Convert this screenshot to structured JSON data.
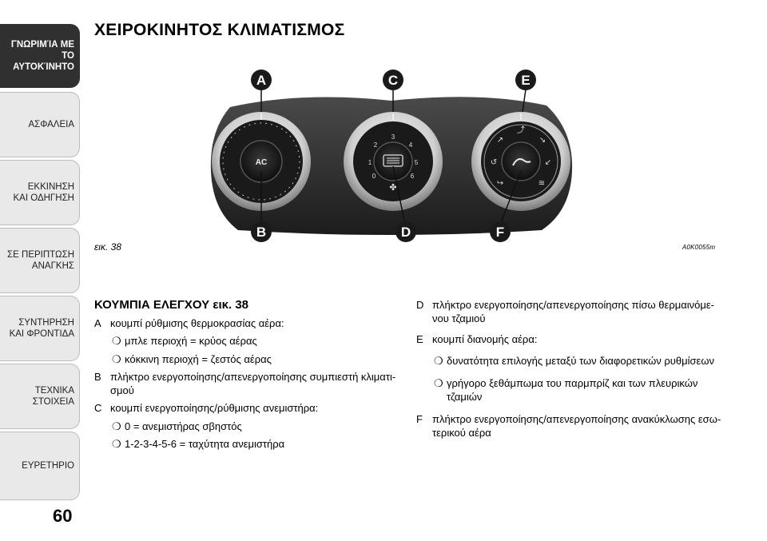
{
  "sidebar": {
    "tabs": [
      {
        "label": "ΓΝΩΡΙΜΊΑ ΜΕ ΤΟ\nΑΥΤΟΚΊΝΗΤΟ",
        "active": true
      },
      {
        "label": "ΑΣΦΑΛΕΙΑ",
        "active": false
      },
      {
        "label": "ΕΚΚΙΝΗΣΗ\nΚΑΙ ΟΔΗΓΗΣΗ",
        "active": false
      },
      {
        "label": "ΣΕ ΠΕΡΙΠΤΩΣΗ\nΑΝΑΓΚΗΣ",
        "active": false
      },
      {
        "label": "ΣΥΝΤΗΡΗΣΗ\nΚΑΙ ΦΡΟΝΤΙΔΑ",
        "active": false
      },
      {
        "label": "ΤΕΧΝΙΚΑ\nΣΤΟΙΧΕΙΑ",
        "active": false
      },
      {
        "label": "ΕΥΡΕΤΗΡΙΟ",
        "active": false
      }
    ]
  },
  "page_number": "60",
  "title": "ΧΕΙΡΟΚΙΝΗΤΟΣ ΚΛΙΜΑΤΙΣΜΟΣ",
  "figure": {
    "caption": "εικ. 38",
    "code": "A0K0055m",
    "callouts": [
      "A",
      "C",
      "E",
      "B",
      "D",
      "F"
    ],
    "ac_label": "AC",
    "fan_scale": [
      "0",
      "1",
      "2",
      "3",
      "4",
      "5",
      "6"
    ]
  },
  "colors": {
    "tab_active": "#303030",
    "tab_inactive": "#e9e9e9",
    "callout": "#1a1a1a"
  },
  "left_column": {
    "heading": "ΚΟΥΜΠΙΑ ΕΛΕΓΧΟΥ εικ. 38",
    "a_key": "A",
    "a_text": "κουμπί ρύθμισης θερμοκρασίας αέρα:",
    "a_b1": "μπλε περιοχή = κρύος αέρας",
    "a_b2": "κόκκινη περιοχή = ζεστός αέρας",
    "b_key": "B",
    "b_text": "πλήκτρο ενεργοποίησης/απενεργοποίησης συμπιεστή κλιματι-σμού",
    "c_key": "C",
    "c_text": "κουμπί ενεργοποίησης/ρύθμισης ανεμιστήρα:",
    "c_b1": "0 = ανεμιστήρας σβηστός",
    "c_b2": "1-2-3-4-5-6 = ταχύτητα ανεμιστήρα",
    "bullet_glyph": "❍"
  },
  "right_column": {
    "d_key": "D",
    "d_text": "πλήκτρο ενεργοποίησης/απενεργοποίησης πίσω θερμαινόμε-νου τζαμιού",
    "e_key": "E",
    "e_text": "κουμπί διανομής αέρα:",
    "e_b1": "δυνατότητα επιλογής μεταξύ των διαφορετικών ρυθμίσεων",
    "e_b2": "γρήγορο ξεθάμπωμα του παρμπρίζ και των πλευρικών τζαμιών",
    "f_key": "F",
    "f_text": "πλήκτρο ενεργοποίησης/απενεργοποίησης ανακύκλωσης εσω-τερικού αέρα"
  }
}
